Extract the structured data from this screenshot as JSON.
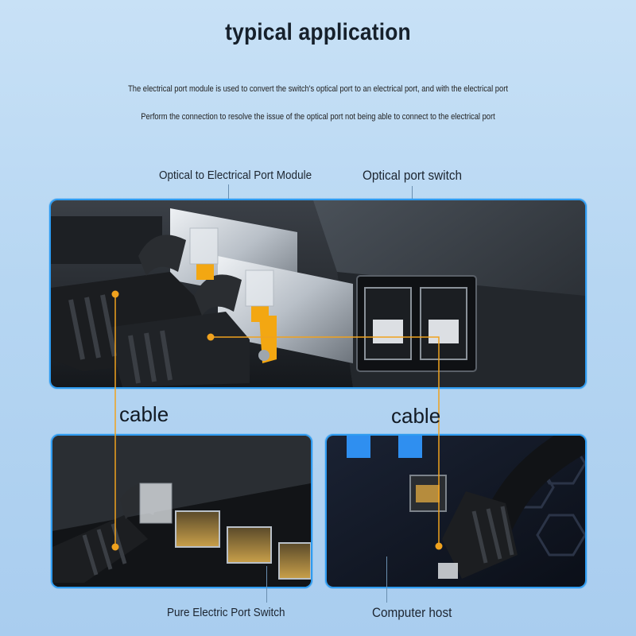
{
  "title": "typical application",
  "description": {
    "line1": "The electrical port module is used to convert the switch's optical port to an electrical port, and with the electrical port",
    "line2": "Perform the connection to resolve the issue of the optical port not being able to connect to the electrical port"
  },
  "labels": {
    "module": "Optical to Electrical Port Module",
    "optical_switch": "Optical port switch",
    "cable_left": "cable",
    "cable_right": "cable",
    "electric_switch": "Pure Electric Port Switch",
    "computer_host": "Computer host"
  },
  "colors": {
    "accent_border": "#2e9bf0",
    "connector_line": "#f0a21e",
    "latch": "#f3a712"
  }
}
